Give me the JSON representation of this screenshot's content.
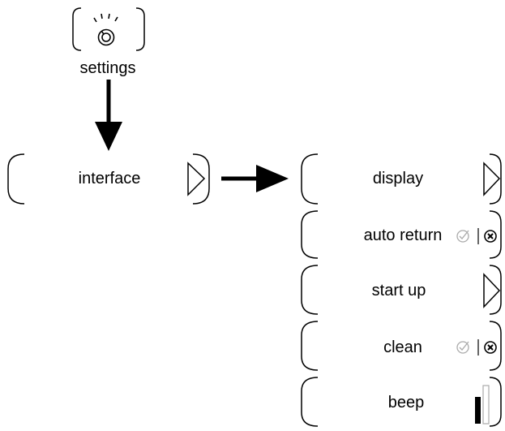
{
  "settings": {
    "label": "settings",
    "icon": "settings-knob-icon"
  },
  "interface": {
    "label": "interface",
    "icon": "chevron-right-icon"
  },
  "submenu": [
    {
      "label": "display",
      "control": "chevron-right-icon"
    },
    {
      "label": "auto return",
      "control": "check-x-toggle-icon"
    },
    {
      "label": "start up",
      "control": "chevron-right-icon"
    },
    {
      "label": "clean",
      "control": "check-x-toggle-icon"
    },
    {
      "label": "beep",
      "control": "volume-level-icon",
      "level": 0.5
    }
  ],
  "colors": {
    "stroke": "#000000",
    "muted": "#aaaaaa"
  }
}
